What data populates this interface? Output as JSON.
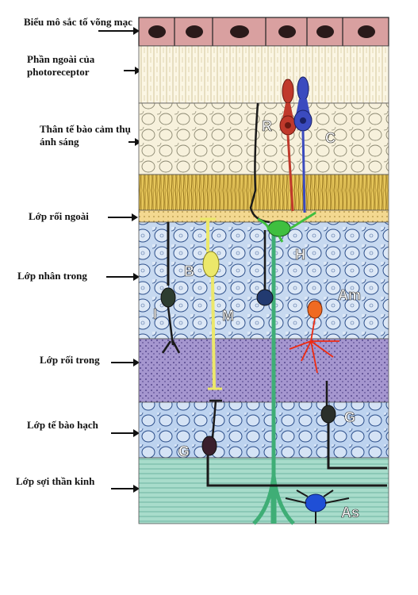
{
  "labels": [
    {
      "id": "pigment-epithelium",
      "text": "Biểu mô sắc tố võng mạc"
    },
    {
      "id": "photoreceptor-outer",
      "text": "Phần ngoài của photoreceptor"
    },
    {
      "id": "photoreceptor-bodies",
      "text": "Thân tế bào cảm thụ ánh sáng"
    },
    {
      "id": "outer-plexiform",
      "text": "Lớp rối ngoài"
    },
    {
      "id": "inner-nuclear",
      "text": "Lớp nhân trong"
    },
    {
      "id": "inner-plexiform",
      "text": "Lớp rối trong"
    },
    {
      "id": "ganglion-layer",
      "text": "Lớp tế bào hạch"
    },
    {
      "id": "nerve-fiber",
      "text": "Lớp sợi thần kinh"
    }
  ],
  "cell_letters": {
    "rod": "R",
    "cone": "C",
    "horizontal": "H",
    "bipolar": "B",
    "amacrine": "Am",
    "interplexiform": "I",
    "muller": "M",
    "ganglion_left": "G",
    "ganglion_right": "G",
    "astrocyte": "As"
  },
  "colors": {
    "pigment": "#d9a0a0",
    "outer_segments": "#fbf6e4",
    "cell_bodies": "#f7f1dc",
    "inner_segments": "#e6c65a",
    "outer_plexiform": "#f3d890",
    "inner_nuclear": "#c7d9f0",
    "inner_plexiform": "#a596cf",
    "ganglion": "#bdd3ef",
    "nerve_fiber": "#a8dccb",
    "rod": "#c0392b",
    "cone": "#3b4bbf",
    "horizontal": "#3fbf3f",
    "bipolar": "#ece86a",
    "amacrine": "#ef6a22",
    "astrocyte": "#1f4fd6"
  }
}
